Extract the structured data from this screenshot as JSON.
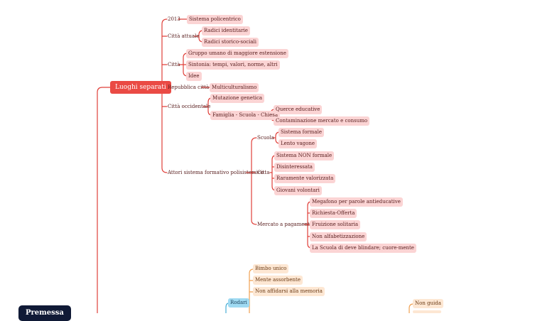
{
  "root": {
    "label": "Premessa"
  },
  "main": {
    "label": "Luoghi separati"
  },
  "branches": {
    "b2013": {
      "label": "2013",
      "children": [
        "Sistema policentrico"
      ]
    },
    "citta_attuale": {
      "label": "Città attuale",
      "children": [
        "Radici identitarie",
        "Radici storico-sociali"
      ]
    },
    "citta": {
      "label": "Città",
      "children": [
        "Gruppo umano di maggiore estensione",
        "Sintonia: tempi, valori, norme, altri",
        "Idee"
      ]
    },
    "repubblica": {
      "label": "Repubblica città",
      "children": [
        "Multiculturalismo"
      ]
    },
    "occidentale": {
      "label": "Città occidentale",
      "mutazione": "Mutazione genetica",
      "famiglia": "Famiglia - Scuola - Chiesa",
      "famiglia_children": [
        "Querce educative",
        "Contaminazione mercato e consumo"
      ]
    },
    "attori": {
      "label": "Attori sistema formativo polisistemico",
      "scuola": {
        "label": "Scuola",
        "children": [
          "Sistema formale",
          "Lento vagone"
        ]
      },
      "citta": {
        "label": "Citta",
        "children": [
          "Sistema NON formale",
          "Disinteressata",
          "Raramente valorizzata",
          "Giovani volontari"
        ]
      },
      "mercato": {
        "label": "Mercato a pagamento",
        "children": [
          "Megafono per parole antieducative",
          "Richiesta-Offerta",
          "Fruizione solitaria",
          "Non alfabetizzazione",
          "La Scuola di deve blindare; cuore-mente"
        ]
      }
    }
  },
  "rodari": {
    "label": "Rodari",
    "children": [
      "Bimbo unico",
      "Mente assorbente",
      "Non affidarsi alla memoria"
    ]
  },
  "right": {
    "label": "Non guida"
  },
  "colors": {
    "line": "#e0403a",
    "lineOrange": "#f0a050",
    "lineBlue": "#4aaed6"
  }
}
